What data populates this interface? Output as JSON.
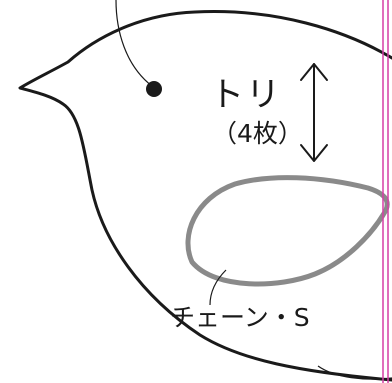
{
  "pattern": {
    "piece_name": "トリ",
    "piece_count": "（4枚）",
    "stitch_label": "チェーン・S",
    "colors": {
      "outline": "#1a1a1a",
      "stitch": "#8a8a8a",
      "margin_line": "#d63fa6"
    },
    "icons": [
      "eye-dot-icon",
      "grain-arrow-icon",
      "leader-line-icon"
    ]
  }
}
